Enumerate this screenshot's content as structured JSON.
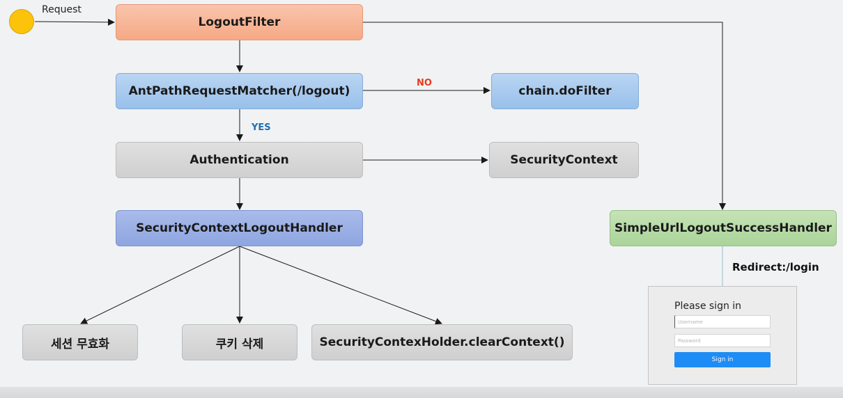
{
  "request_label": "Request",
  "nodes": {
    "logout_filter": "LogoutFilter",
    "ant_path_matcher": "AntPathRequestMatcher(/logout)",
    "chain_do_filter": "chain.doFilter",
    "authentication": "Authentication",
    "security_context": "SecurityContext",
    "logout_handler": "SecurityContextLogoutHandler",
    "success_handler": "SimpleUrlLogoutSuccessHandler",
    "session_invalidate": "세션 무효화",
    "cookie_delete": "쿠키 삭제",
    "clear_context": "SecurityContexHolder.clearContext()"
  },
  "edges": {
    "no_label": "NO",
    "yes_label": "YES",
    "redirect_label": "Redirect:/login"
  },
  "colors": {
    "no": "#e53a1e",
    "yes": "#1f6fb2",
    "start": "#fcc30b",
    "signin_button": "#1e8cf5"
  },
  "login": {
    "title": "Please sign in",
    "username_placeholder": "Username",
    "password_placeholder": "Password",
    "signin_label": "Sign in"
  }
}
